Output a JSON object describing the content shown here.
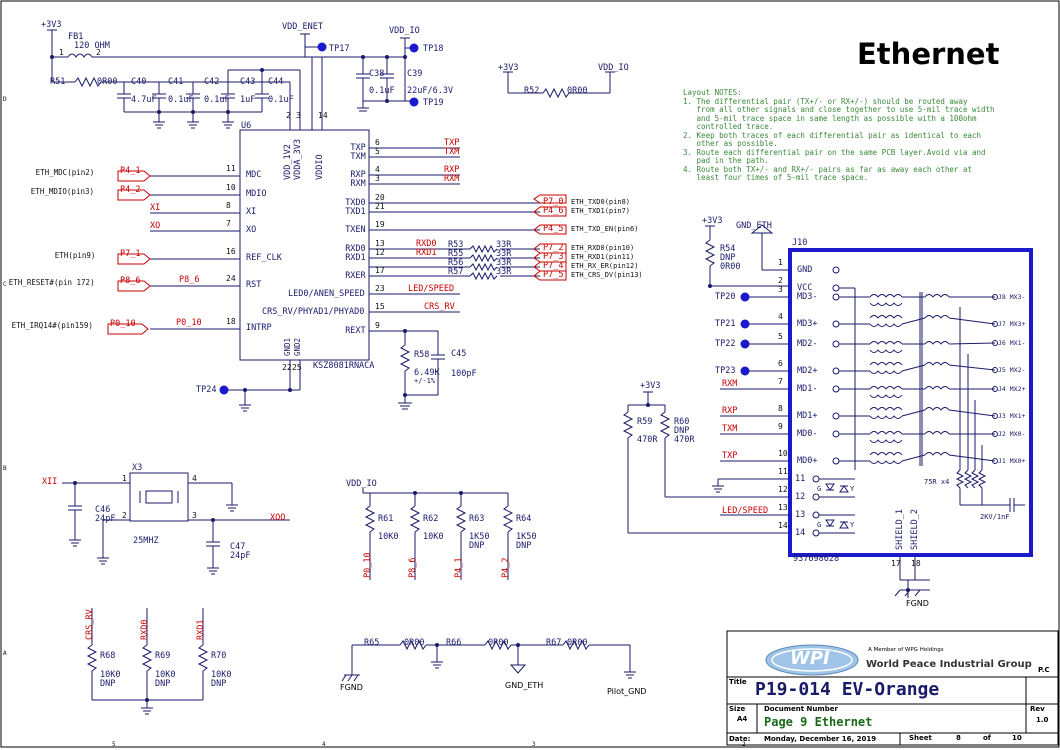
{
  "sheet_title": "Ethernet",
  "layout_notes": "Layout NOTES:\n1. The differential pair (TX+/- or RX+/-) should be routed away\n   from all other signals and close together to use 5-mil trace width\n   and 5-mil trace space in same length as possible with a 100ohm\n   controlled trace.\n2. Keep both traces of each differential pair as identical to each\n   other as possible.\n3. Route each differential pair on the same PCB layer.Avoid via and\n   pad in the path.\n4. Route both TX+/- and RX+/- pairs as far as away each other at\n   least four times of 5-mil trace space.",
  "rails": {
    "v33": "+3V3",
    "vdd_enet": "VDD_ENET",
    "vdd_io": "VDD_IO"
  },
  "testpoints": {
    "tp17": "TP17",
    "tp18": "TP18",
    "tp19": "TP19",
    "tp20": "TP20",
    "tp21": "TP21",
    "tp22": "TP22",
    "tp23": "TP23",
    "tp24": "TP24"
  },
  "power_parts": {
    "fb1": "FB1",
    "fb1_val": "120 OHM",
    "fb1_p1": "1",
    "fb1_p2": "2",
    "r51": "R51",
    "r51_val": "0R00",
    "c40": "C40",
    "c40_val": "4.7uF",
    "c41": "C41",
    "c41_val": "0.1uF",
    "c42": "C42",
    "c42_val": "0.1uF",
    "c43": "C43",
    "c43_val": "1uF",
    "c44": "C44",
    "c44_val": "0.1uF",
    "c38": "C38",
    "c38_val": "0.1uF",
    "c39": "C39",
    "c39_val": "22uF/6.3V",
    "r52": "R52",
    "r52_val": "0R00"
  },
  "u6": {
    "ref": "U6",
    "part": "KSZ8081RNACA",
    "left_pins": [
      {
        "num": "11",
        "name": "MDC"
      },
      {
        "num": "10",
        "name": "MDIO"
      },
      {
        "num": "8",
        "name": "XI"
      },
      {
        "num": "7",
        "name": "XO"
      },
      {
        "num": "16",
        "name": "REF_CLK"
      },
      {
        "num": "24",
        "name": "RST"
      },
      {
        "num": "18",
        "name": "INTRP"
      }
    ],
    "top_pins": [
      {
        "num": "2",
        "name": "VDD_1V2"
      },
      {
        "num": "3",
        "name": "VDDA_3V3"
      },
      {
        "num": "14",
        "name": "VDDIO"
      }
    ],
    "bottom_pins": [
      {
        "num": "22",
        "name": "GND1"
      },
      {
        "num": "25",
        "name": "GND2"
      }
    ],
    "right_pins": [
      {
        "num": "6",
        "name": "TXP"
      },
      {
        "num": "5",
        "name": "TXM"
      },
      {
        "num": "4",
        "name": "RXP"
      },
      {
        "num": "3",
        "name": "RXM"
      },
      {
        "num": "20",
        "name": "TXD0"
      },
      {
        "num": "21",
        "name": "TXD1"
      },
      {
        "num": "19",
        "name": "TXEN"
      },
      {
        "num": "13",
        "name": "RXD0"
      },
      {
        "num": "12",
        "name": "RXD1"
      },
      {
        "num": "17",
        "name": "RXER"
      },
      {
        "num": "23",
        "name": "LED0/ANEN_SPEED"
      },
      {
        "num": "15",
        "name": "CRS_RV/PHYAD1/PHYAD0"
      },
      {
        "num": "9",
        "name": "REXT"
      }
    ]
  },
  "left_signals": [
    {
      "desc": "ETH_MDC(pin2)",
      "port": "P4_1"
    },
    {
      "desc": "ETH_MDIO(pin3)",
      "port": "P4_2"
    },
    {
      "desc": "",
      "port": "XI"
    },
    {
      "desc": "",
      "port": "XO"
    },
    {
      "desc": "ETH(pin9)",
      "port": "P7_1"
    },
    {
      "desc": "ETH_RESET#(pin 172)",
      "port": "P8_6",
      "net": "P8_6"
    },
    {
      "desc": "ETH_IRQ14#(pin159)",
      "port": "P0_10",
      "net": "P0_10"
    }
  ],
  "right_nets": {
    "txp": "TXP",
    "txm": "TXM",
    "rxp": "RXP",
    "rxm": "RXM",
    "rxd0": "RXD0",
    "rxd1": "RXD1",
    "led": "LED/SPEED",
    "crs": "CRS_RV"
  },
  "right_ports": [
    {
      "port": "P7_0",
      "desc": "ETH_TXD0(pin8)"
    },
    {
      "port": "P4_6",
      "desc": "ETH_TXD1(pin7)"
    },
    {
      "port": "P4_5",
      "desc": "ETH_TXD_EN(pin6)"
    },
    {
      "port": "P7_2",
      "desc": "ETH_RXD0(pin10)"
    },
    {
      "port": "P7_3",
      "desc": "ETH_RXD1(pin11)"
    },
    {
      "port": "P7_4",
      "desc": "ETH_RX_ER(pin12)"
    },
    {
      "port": "P7_5",
      "desc": "ETH_CRS_DV(pin13)"
    }
  ],
  "series_res": [
    {
      "ref": "R53",
      "val": "33R"
    },
    {
      "ref": "R55",
      "val": "33R"
    },
    {
      "ref": "R56",
      "val": "33R"
    },
    {
      "ref": "R57",
      "val": "33R"
    }
  ],
  "rext": {
    "r58": "R58",
    "r58_val": "6.49K",
    "r58_tol": "+/-1%",
    "c45": "C45",
    "c45_val": "100pF"
  },
  "r54": {
    "rail": "+3V3",
    "ref": "R54",
    "dnp": "DNP",
    "val": "0R00",
    "gnd": "GND_ETH"
  },
  "j10": {
    "ref": "J10",
    "part": "937698628",
    "pins": [
      {
        "num": "1",
        "name": "GND"
      },
      {
        "num": "2",
        "name": "VCC"
      },
      {
        "num": "3",
        "name": "MD3-"
      },
      {
        "num": "4",
        "name": "MD3+"
      },
      {
        "num": "5",
        "name": "MD2-"
      },
      {
        "num": "6",
        "name": "MD2+"
      },
      {
        "num": "7",
        "name": "MD1-"
      },
      {
        "num": "8",
        "name": "MD1+"
      },
      {
        "num": "9",
        "name": "MD0-"
      },
      {
        "num": "10",
        "name": "MD0+"
      },
      {
        "num": "11",
        "name": "11"
      },
      {
        "num": "12",
        "name": "12"
      },
      {
        "num": "13",
        "name": "13"
      },
      {
        "num": "14",
        "name": "14"
      }
    ],
    "right_labels": [
      "J8  MX3-",
      "J7  MX3+",
      "J6  MX1-",
      "J5  MX2-",
      "J4  MX2+",
      "J3  MX1+",
      "J2  MX0-",
      "J1  MX0+"
    ],
    "g": "G",
    "y": "Y",
    "r_net": "75R x4",
    "c_net": "2KV/1nF",
    "shield1": "SHIELD_1",
    "shield2": "SHIELD_2",
    "s1_num": "17",
    "s2_num": "18",
    "fgnd": "FGND"
  },
  "j10_nets": {
    "rxm": "RXM",
    "rxp": "RXP",
    "txm": "TXM",
    "txp": "TXP",
    "led": "LED/SPEED"
  },
  "r59": {
    "rail": "+3V3",
    "ref": "R59",
    "val": "470R",
    "r60": "R60",
    "r60_dnp": "DNP",
    "r60_val": "470R"
  },
  "crystal": {
    "ref": "X3",
    "freq": "25MHZ",
    "xi": "XII",
    "xo": "XOO",
    "p1": "1",
    "p2": "2",
    "p3": "3",
    "p4": "4",
    "c46": "C46",
    "c46_val": "24pF",
    "c47": "C47",
    "c47_val": "24pF"
  },
  "pullups": {
    "rail": "VDD_IO",
    "items": [
      {
        "ref": "R61",
        "val": "10K0",
        "dnp": "",
        "net": "P0_10"
      },
      {
        "ref": "R62",
        "val": "10K0",
        "dnp": "",
        "net": "P8_6"
      },
      {
        "ref": "R63",
        "val": "1K50",
        "dnp": "DNP",
        "net": "P4_1"
      },
      {
        "ref": "R64",
        "val": "1K50",
        "dnp": "DNP",
        "net": "P4_2"
      }
    ]
  },
  "pulldowns": [
    {
      "net": "CRS_RV",
      "ref": "R68",
      "val": "10K0",
      "dnp": "DNP"
    },
    {
      "net": "RXD0",
      "ref": "R69",
      "val": "10K0",
      "dnp": "DNP"
    },
    {
      "net": "RXD1",
      "ref": "R70",
      "val": "10K0",
      "dnp": "DNP"
    }
  ],
  "gndties": {
    "r65": "R65",
    "r65_val": "0R00",
    "r66": "R66",
    "r66_val": "0R00",
    "r67": "R67",
    "r67_val": "0R00",
    "fgnd": "FGND",
    "gnd_eth": "GND_ETH",
    "pilot": "Pilot_GND"
  },
  "zone": {
    "top": [
      "5",
      "4",
      "3",
      "2"
    ],
    "left": [
      "D",
      "C",
      "B",
      "A"
    ]
  },
  "title_block": {
    "member": "A Member of WPG Holdings",
    "logo": "WPI",
    "company": "World Peace Industrial Group",
    "pc": "P.C",
    "title_lbl": "Title",
    "title": "P19-014 EV-Orange",
    "size_lbl": "Size",
    "size": "A4",
    "doc_lbl": "Document Number",
    "doc": "Page 9 Ethernet",
    "rev_lbl": "Rev",
    "rev": "1.0",
    "date_lbl": "Date:",
    "date": "Monday, December 16, 2019",
    "sheet_lbl": "Sheet",
    "sheet": "8",
    "of": "of",
    "total": "10"
  }
}
